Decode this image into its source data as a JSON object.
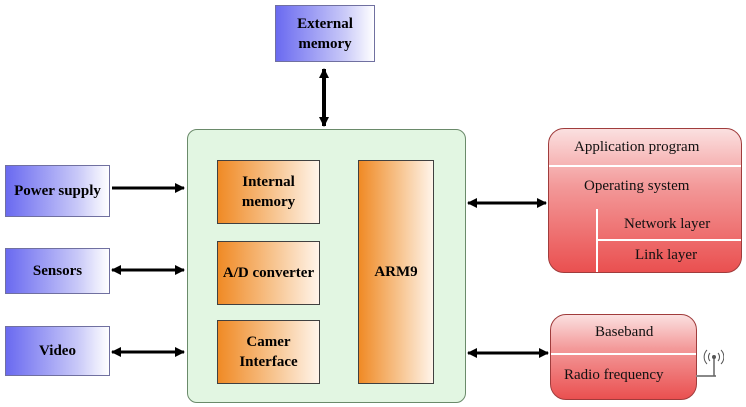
{
  "external_memory": "External memory",
  "power_supply": "Power supply",
  "sensors": "Sensors",
  "video": "Video",
  "internal_memory": "Internal memory",
  "ad_converter": "A/D converter",
  "camera_interface": "Camer Interface",
  "arm9": "ARM9",
  "software_stack": {
    "application_program": "Application program",
    "operating_system": "Operating system",
    "network_layer": "Network layer",
    "link_layer": "Link layer"
  },
  "radio": {
    "baseband": "Baseband",
    "radio_frequency": "Radio frequency"
  },
  "icons": {
    "antenna": "antenna-icon"
  }
}
